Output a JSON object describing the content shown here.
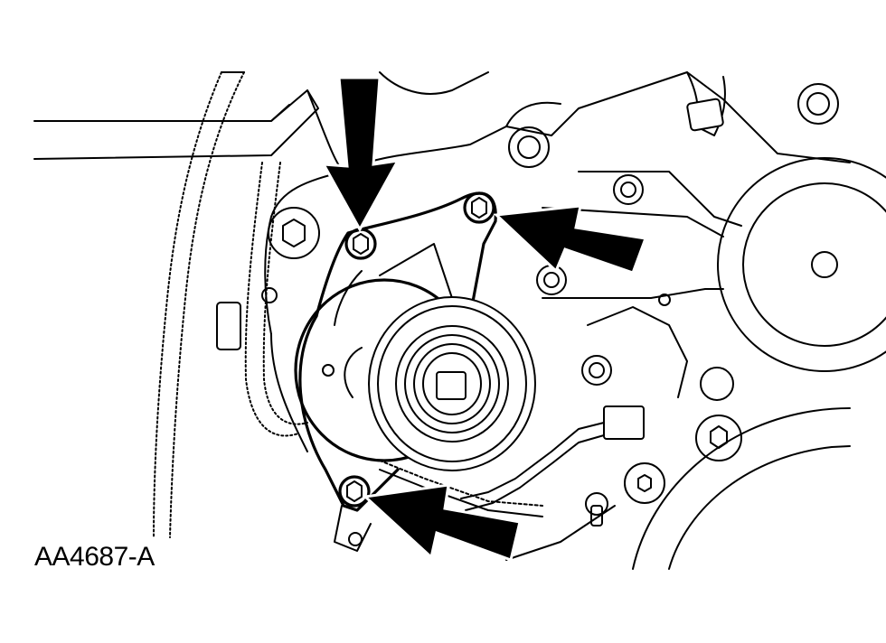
{
  "figure": {
    "id_label": "AA4687-A"
  },
  "callouts": [
    {
      "name": "arrow-upper-bolt",
      "target": "tensioner-bolt-upper"
    },
    {
      "name": "arrow-right-bolt",
      "target": "tensioner-bolt-right"
    },
    {
      "name": "arrow-lower-bolt",
      "target": "tensioner-bolt-lower"
    }
  ],
  "colors": {
    "line": "#000000",
    "background": "#ffffff"
  }
}
